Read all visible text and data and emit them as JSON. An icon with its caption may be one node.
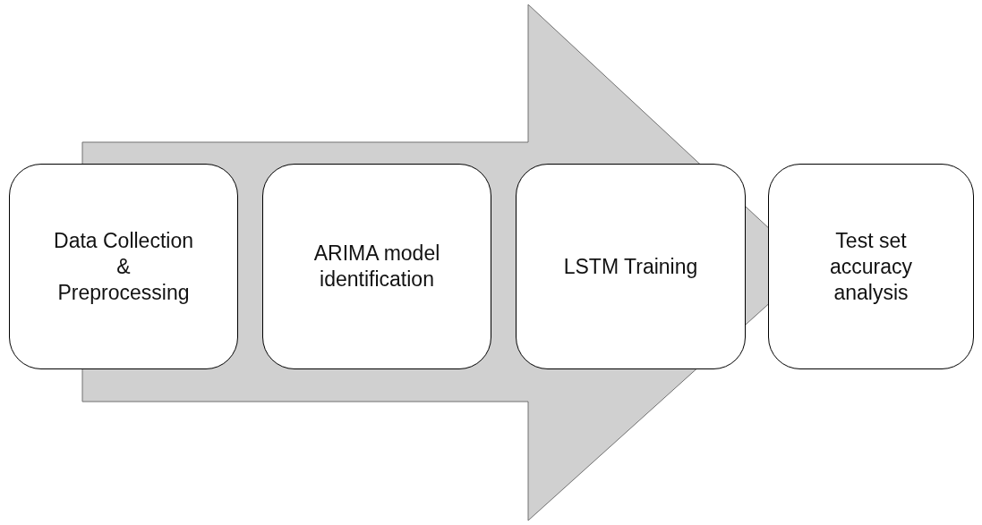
{
  "diagram": {
    "nodes": [
      {
        "text": [
          "Data Collection & Preprocessing"
        ]
      },
      {
        "text": [
          "ARIMA model identification"
        ]
      },
      {
        "text": [
          "LSTM Training"
        ]
      },
      {
        "text": [
          "Test set accuracy analysis"
        ]
      }
    ],
    "edges": [
      {
        "from": 0,
        "to": 3,
        "arrow": "to"
      }
    ]
  }
}
